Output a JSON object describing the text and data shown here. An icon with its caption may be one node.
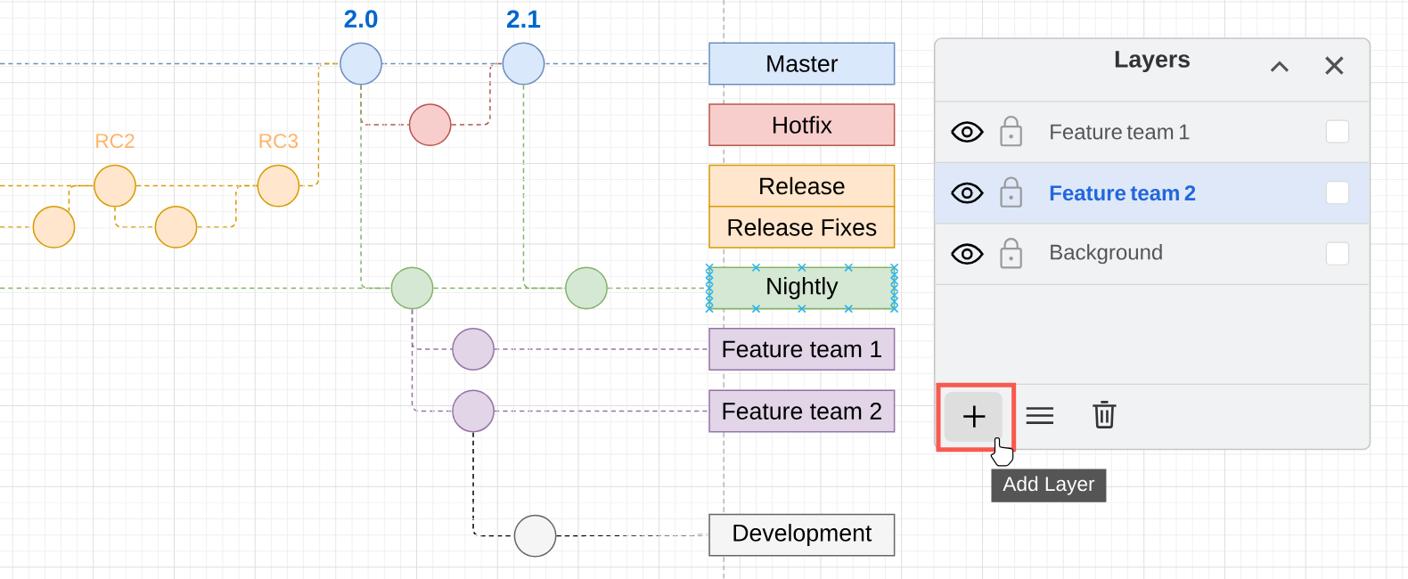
{
  "diagram": {
    "nodes": [
      {
        "text": [],
        "shape": "circle",
        "beside": [
          "2.0"
        ]
      },
      {
        "text": [],
        "shape": "circle",
        "beside": [
          "2.1"
        ]
      },
      {
        "text": [],
        "shape": "circle"
      },
      {
        "text": [],
        "shape": "circle",
        "beside": [
          "RC2"
        ]
      },
      {
        "text": [],
        "shape": "circle",
        "beside": [
          "RC3"
        ]
      },
      {
        "text": [],
        "shape": "circle"
      },
      {
        "text": [],
        "shape": "circle"
      },
      {
        "text": [],
        "shape": "circle"
      },
      {
        "text": [],
        "shape": "circle"
      },
      {
        "text": [],
        "shape": "circle"
      },
      {
        "text": [],
        "shape": "circle"
      },
      {
        "text": [],
        "shape": "circle"
      },
      {
        "text": [
          "Master"
        ]
      },
      {
        "text": [
          "Hotfix"
        ]
      },
      {
        "text": [
          "Release"
        ]
      },
      {
        "text": [
          "Release Fixes"
        ]
      },
      {
        "text": [
          "Nightly"
        ]
      },
      {
        "text": [
          "Feature team 1"
        ]
      },
      {
        "text": [
          "Feature team 2"
        ]
      },
      {
        "text": [
          "Development"
        ]
      },
      {
        "text": [
          "Layers"
        ]
      },
      {
        "text": [
          "Feature team 1"
        ],
        "in": 20
      },
      {
        "text": [
          "Feature team 2"
        ],
        "in": 20
      },
      {
        "text": [
          "Background"
        ],
        "in": 20
      }
    ],
    "edges": [
      {
        "from": null,
        "to": 0,
        "arrow": "none",
        "style": "dashed",
        "color": "#6c8ebf"
      },
      {
        "from": 0,
        "to": 1,
        "arrow": "none",
        "style": "dashed",
        "color": "#6c8ebf"
      },
      {
        "from": 1,
        "to": 12,
        "arrow": "none",
        "style": "dashed",
        "color": "#6c8ebf"
      },
      {
        "from": null,
        "to": 3,
        "arrow": "none",
        "style": "dashed",
        "color": "#d79b00"
      },
      {
        "from": 3,
        "to": 4,
        "arrow": "none",
        "style": "dashed",
        "color": "#d79b00"
      },
      {
        "from": 4,
        "to": 0,
        "arrow": "none",
        "style": "dashed",
        "color": "#d79b00"
      },
      {
        "from": null,
        "to": 5,
        "arrow": "none",
        "style": "dashed",
        "color": "#d79b00"
      },
      {
        "from": 5,
        "to": 3,
        "arrow": "none",
        "style": "dashed",
        "color": "#d79b00"
      },
      {
        "from": 3,
        "to": 6,
        "arrow": "none",
        "style": "dashed",
        "color": "#d79b00"
      },
      {
        "from": 6,
        "to": 4,
        "arrow": "none",
        "style": "dashed",
        "color": "#d79b00"
      },
      {
        "from": 0,
        "to": 2,
        "arrow": "none",
        "style": "dashed",
        "color": "#b85450"
      },
      {
        "from": 2,
        "to": 1,
        "arrow": "none",
        "style": "dashed",
        "color": "#b85450"
      },
      {
        "from": null,
        "to": 7,
        "arrow": "none",
        "style": "dashed",
        "color": "#82b366"
      },
      {
        "from": 0,
        "to": 7,
        "arrow": "none",
        "style": "dashed",
        "color": "#82b366"
      },
      {
        "from": 7,
        "to": 8,
        "arrow": "none",
        "style": "dashed",
        "color": "#82b366"
      },
      {
        "from": 1,
        "to": 8,
        "arrow": "none",
        "style": "dashed",
        "color": "#82b366"
      },
      {
        "from": 8,
        "to": 16,
        "arrow": "none",
        "style": "dashed",
        "color": "#82b366"
      },
      {
        "from": 7,
        "to": 9,
        "arrow": "none",
        "style": "dashed",
        "color": "#9673a6"
      },
      {
        "from": 7,
        "to": 10,
        "arrow": "none",
        "style": "dashed",
        "color": "#9673a6"
      },
      {
        "from": 9,
        "to": 17,
        "arrow": "none",
        "style": "dashed",
        "color": "#9673a6"
      },
      {
        "from": 10,
        "to": 18,
        "arrow": "none",
        "style": "dashed",
        "color": "#9673a6"
      },
      {
        "from": 10,
        "to": 11,
        "arrow": "none",
        "style": "dashed",
        "color": "#000000"
      },
      {
        "from": 11,
        "to": 19,
        "arrow": "none",
        "style": "dashed",
        "color": "#000000"
      }
    ],
    "labels": [
      "Add Layer"
    ]
  }
}
